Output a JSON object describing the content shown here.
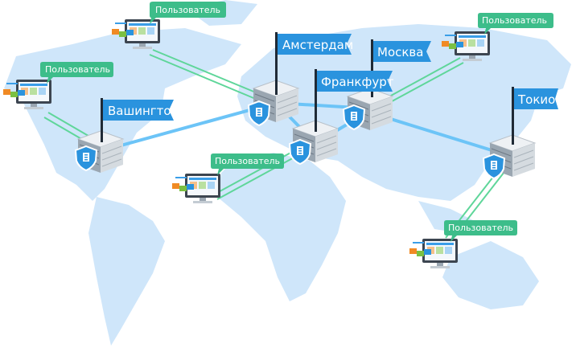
{
  "colors": {
    "land": "#cfe6fa",
    "link": "#6cc4f7",
    "user_link": "#5fd69a",
    "flag": "#2a93de",
    "bubble": "#3dbd8a",
    "pole": "#1f2a36"
  },
  "locations": [
    {
      "name": "Вашингтон"
    },
    {
      "name": "Амстердам"
    },
    {
      "name": "Франкфурт"
    },
    {
      "name": "Москва"
    },
    {
      "name": "Токио"
    }
  ],
  "users": [
    {
      "label": "Пользователь"
    },
    {
      "label": "Пользователь"
    },
    {
      "label": "Пользователь"
    },
    {
      "label": "Пользователь"
    },
    {
      "label": "Пользователь"
    }
  ]
}
